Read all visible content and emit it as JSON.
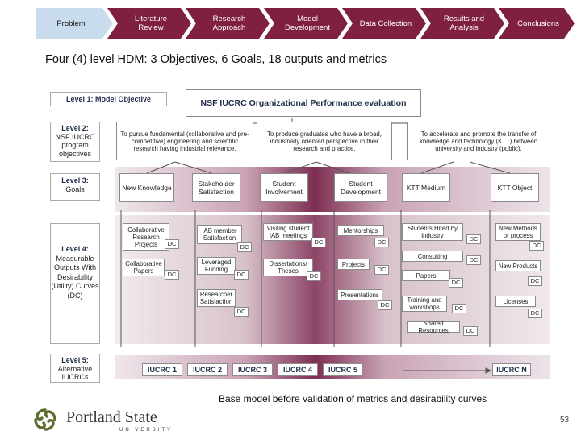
{
  "process_steps": [
    {
      "label": "Problem",
      "state": "active"
    },
    {
      "label": "Literature Review",
      "state": "inactive"
    },
    {
      "label": "Research Approach",
      "state": "inactive"
    },
    {
      "label": "Model Development",
      "state": "inactive"
    },
    {
      "label": "Data Collection",
      "state": "inactive"
    },
    {
      "label": "Results and Analysis",
      "state": "inactive"
    },
    {
      "label": "Conclusions",
      "state": "inactive"
    }
  ],
  "subtitle": "Four (4) level HDM: 3 Objectives, 6 Goals, 18 outputs and metrics",
  "diagram": {
    "level1": {
      "label": "Level 1: Model Objective",
      "objective": "NSF IUCRC Organizational Performance evaluation"
    },
    "level2": {
      "label_title": "Level 2:",
      "label_body": "NSF IUCRC program objectives",
      "objectives": [
        "To pursue fundamental (collaborative and pre-competitive) engineering and scientific research having industrial relevance.",
        "To produce graduates who have a broad, industrially oriented perspective in their research and practice.",
        "To accelerate and promote the transfer of knowledge and technology (KTT) between university and industry (public)."
      ]
    },
    "level3": {
      "label_title": "Level 3:",
      "label_body": "Goals",
      "goals": [
        "New Knowledge",
        "Stakeholder Satisfaction",
        "Student Involvement",
        "Student Development",
        "KTT Medium",
        "KTT Object"
      ]
    },
    "level4": {
      "label_title": "Level 4:",
      "label_body": "Measurable Outputs With Desirability (Utility) Curves (DC)",
      "dc_label": "DC",
      "outputs": {
        "collab_projects": "Collaborative Research Projects",
        "collab_papers": "Collaborative Papers",
        "iab_satisfaction": "IAB member Satisfaction",
        "leveraged_funding": "Leveraged Funding",
        "researcher_satisfaction": "Researcher Satisfaction",
        "visiting_student": "Visiting student IAB meetings",
        "dissertations": "Dissertations/ Theses",
        "mentorships": "Mentorships",
        "projects": "Projects",
        "presentations": "Presentations",
        "students_hired": "Students Hired by industry",
        "consulting": "Consulting",
        "papers": "Papers",
        "training": "Training and workshops",
        "shared_resources": "Shared Resources",
        "new_methods": "New Methods or process",
        "new_products": "New Products",
        "licenses": "Licenses"
      }
    },
    "level5": {
      "label_title": "Level 5:",
      "label_body": "Alternative IUCRCs",
      "alternatives": [
        "IUCRC 1",
        "IUCRC 2",
        "IUCRC 3",
        "IUCRC 4",
        "IUCRC 5",
        "IUCRC N"
      ]
    }
  },
  "caption": "Base model before validation of metrics and desirability curves",
  "footer": {
    "university_name": "Portland State",
    "university_sub": "UNIVERSITY",
    "page_number": "53"
  },
  "colors": {
    "active_step": "#c9dced",
    "inactive_step": "#7f1f42",
    "band_dark": "#7e2e52",
    "label_navy": "#1c2a4a"
  }
}
